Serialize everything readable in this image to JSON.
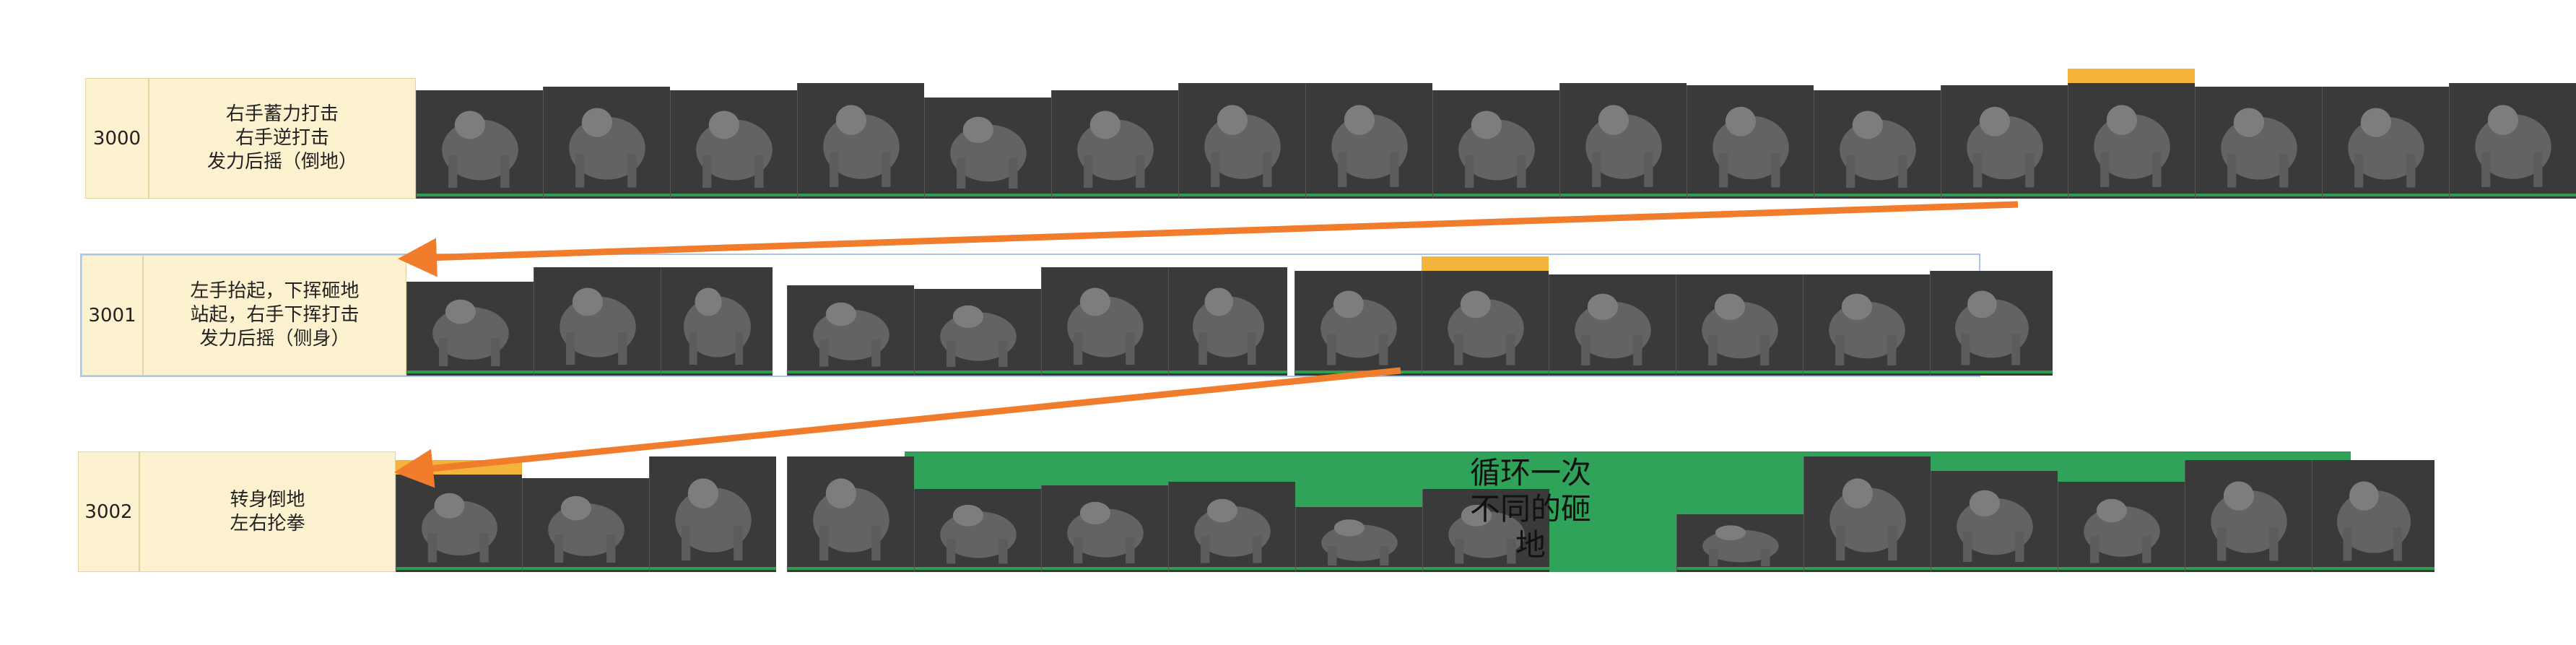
{
  "rows": [
    {
      "id": "3000",
      "desc": [
        "右手蓄力打击",
        "右手逆打击",
        "发力后摇（倒地）"
      ]
    },
    {
      "id": "3001",
      "desc": [
        "左手抬起，下挥砸地",
        "站起，右手下挥打击",
        "发力后摇（侧身）"
      ]
    },
    {
      "id": "3002",
      "desc": [
        "转身倒地",
        "左右抡拳"
      ]
    }
  ],
  "note": [
    "循环一次",
    "不同的砸",
    "地"
  ],
  "colors": {
    "accent": "#f07c2c",
    "highlight": "#f4b33a",
    "loop_bg": "#2fa35a",
    "label_bg": "#fdf2cf"
  }
}
